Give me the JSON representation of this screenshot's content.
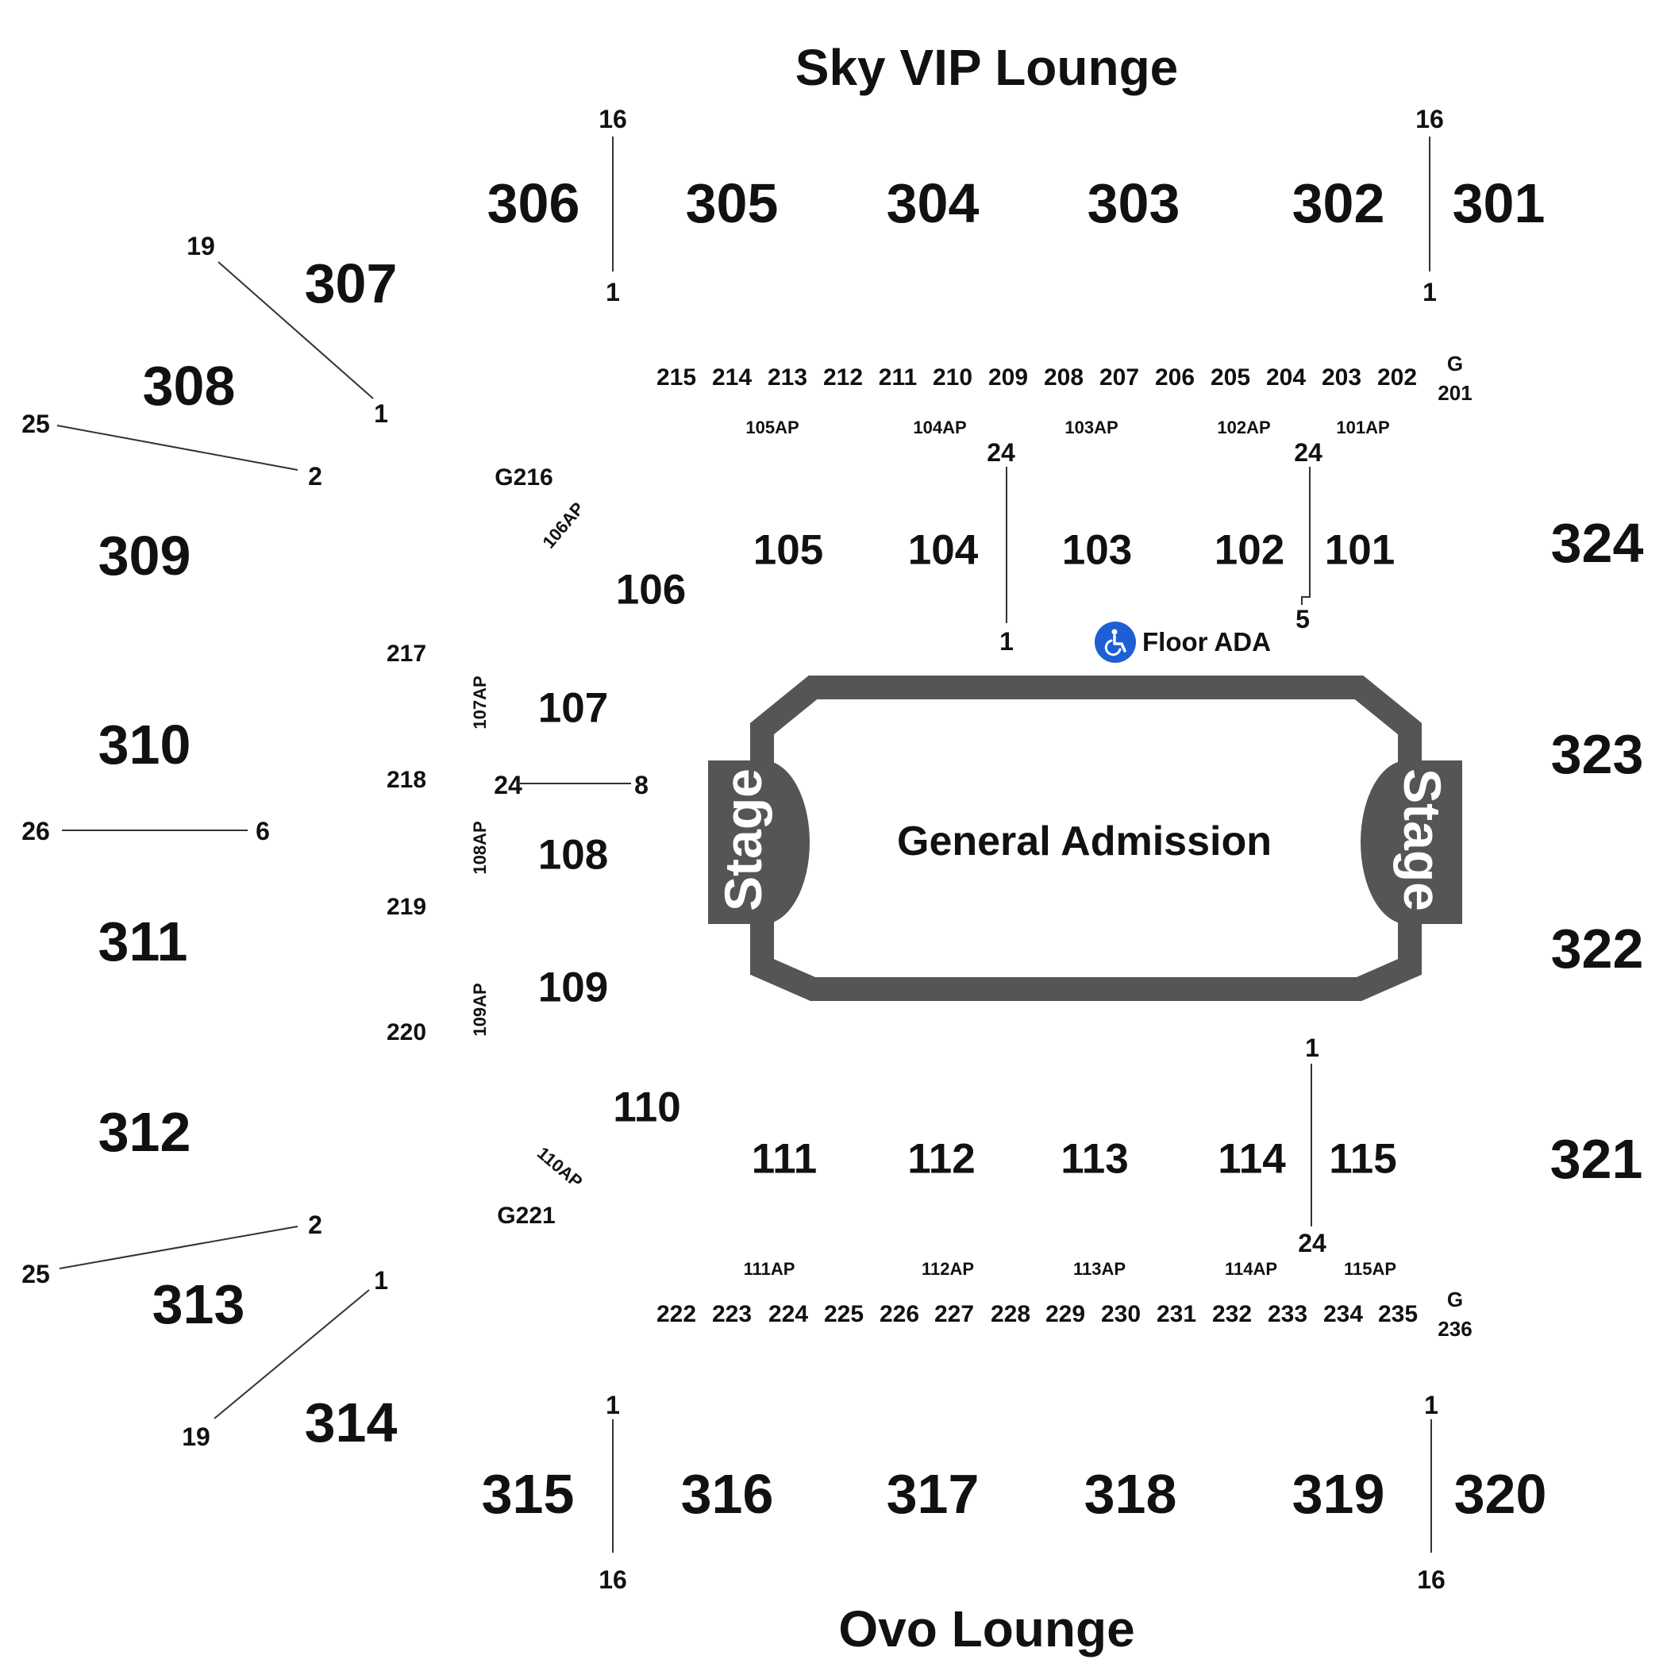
{
  "lounges": {
    "top": "Sky VIP Lounge",
    "bottom": "Ovo Lounge"
  },
  "floor": {
    "general_admission": "General Admission",
    "stage_left": "Stage",
    "stage_right": "Stage",
    "ada": "Floor ADA"
  },
  "sections_300": [
    "301",
    "302",
    "303",
    "304",
    "305",
    "306",
    "307",
    "308",
    "309",
    "310",
    "311",
    "312",
    "313",
    "314",
    "315",
    "316",
    "317",
    "318",
    "319",
    "320",
    "321",
    "322",
    "323",
    "324"
  ],
  "sections_100": [
    "101",
    "102",
    "103",
    "104",
    "105",
    "106",
    "107",
    "108",
    "109",
    "110",
    "111",
    "112",
    "113",
    "114",
    "115"
  ],
  "sections_200_top": [
    "215",
    "214",
    "213",
    "212",
    "211",
    "210",
    "209",
    "208",
    "207",
    "206",
    "205",
    "204",
    "203",
    "202"
  ],
  "sections_200_bottom": [
    "222",
    "223",
    "224",
    "225",
    "226",
    "227",
    "228",
    "229",
    "230",
    "231",
    "232",
    "233",
    "234",
    "235"
  ],
  "sections_200_side": [
    "217",
    "218",
    "219",
    "220"
  ],
  "gates": {
    "g201_letter": "G",
    "g201_number": "201",
    "g236_letter": "G",
    "g236_number": "236",
    "g216": "G216",
    "g221": "G221"
  },
  "ap_top": [
    "105AP",
    "104AP",
    "103AP",
    "102AP",
    "101AP"
  ],
  "ap_bottom": [
    "111AP",
    "112AP",
    "113AP",
    "114AP",
    "115AP"
  ],
  "ap_side": [
    "106AP",
    "107AP",
    "108AP",
    "109AP",
    "110AP"
  ],
  "row_markers": {
    "r306_top": "16",
    "r306_bottom": "1",
    "r301_top": "16",
    "r301_bottom": "1",
    "r307_outer": "19",
    "r307_inner": "1",
    "r308_outer": "25",
    "r308_inner": "2",
    "r310_outer": "26",
    "r310_inner": "6",
    "r104_top": "24",
    "r104_bottom": "1",
    "r101_top": "24",
    "r101_bottom": "5",
    "r107_outer": "24",
    "r107_inner": "8",
    "r115_top": "1",
    "r115_bottom": "24",
    "r312_outer": "25",
    "r312_inner": "2",
    "r313_outer": "19",
    "r313_inner": "1",
    "r315_top": "1",
    "r315_bottom": "16",
    "r320_top": "1",
    "r320_bottom": "16"
  },
  "colors": {
    "stage": "#555555",
    "ada_icon": "#1f5fd6",
    "text": "#111111",
    "lines": "#333333"
  }
}
